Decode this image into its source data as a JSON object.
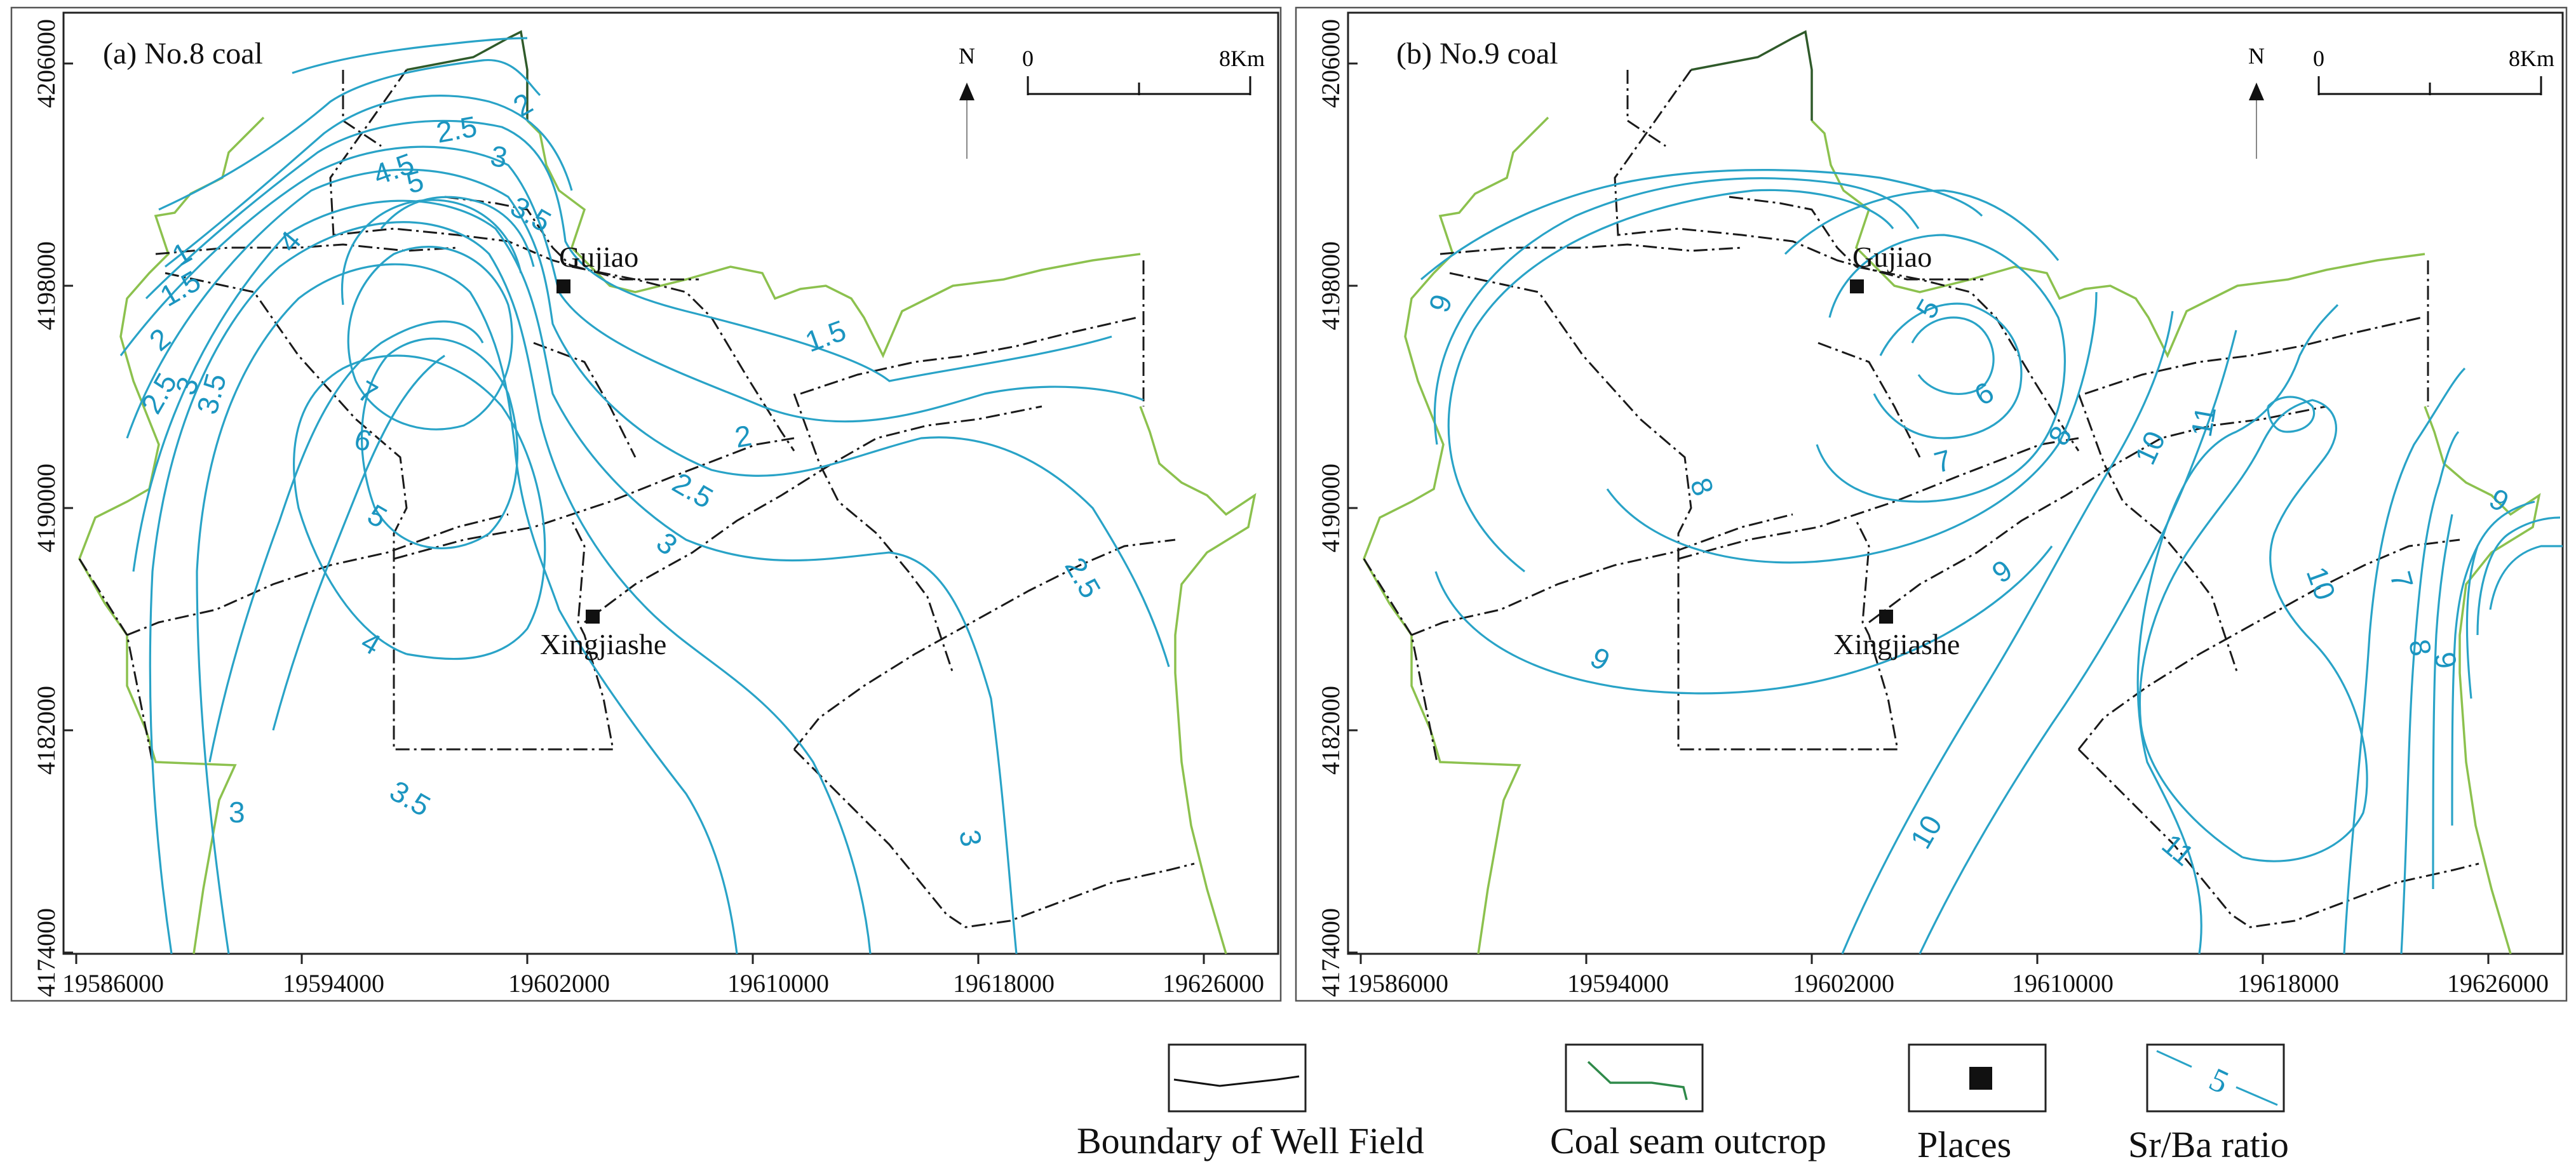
{
  "panels": [
    {
      "title": "(a) No.8 coal",
      "y_ticks": [
        "4206000",
        "4198000",
        "4190000",
        "4182000",
        "4174000"
      ],
      "x_ticks": [
        "19586000",
        "19594000",
        "19602000",
        "19610000",
        "19618000",
        "19626000"
      ],
      "north_label": "N",
      "scale_start": "0",
      "scale_end": "8Km",
      "places": [
        "Gujiao",
        "Xingjiashe"
      ],
      "contour_labels": [
        "1",
        "1.5",
        "2",
        "2.5",
        "3",
        "3.5",
        "4",
        "4.5",
        "5",
        "6",
        "7",
        "2.5",
        "3",
        "3.5",
        "2",
        "1.5",
        "2",
        "2.5",
        "3",
        "2.5",
        "3",
        "3.5",
        "4",
        "5",
        "6",
        "7",
        "3"
      ]
    },
    {
      "title": "(b) No.9 coal",
      "y_ticks": [
        "4206000",
        "4198000",
        "4190000",
        "4182000",
        "4174000"
      ],
      "x_ticks": [
        "19586000",
        "19594000",
        "19602000",
        "19610000",
        "19618000",
        "19626000"
      ],
      "north_label": "N",
      "scale_start": "0",
      "scale_end": "8Km",
      "places": [
        "Gujiao",
        "Xingjiashe"
      ],
      "contour_labels": [
        "9",
        "8",
        "9",
        "5",
        "6",
        "7",
        "8",
        "9",
        "10",
        "10",
        "11",
        "11",
        "10",
        "7",
        "8",
        "9",
        "9"
      ]
    }
  ],
  "legend": {
    "boundary_label": "Boundary of Well Field",
    "outcrop_label": "Coal seam outcrop",
    "places_label": "Places",
    "ratio_label": "Sr/Ba ratio",
    "ratio_sample": "5"
  },
  "colors": {
    "contour": "#29a3c7",
    "contour_label": "#1b95c0",
    "outcrop": "#8cc14e",
    "boundary": "#1a1a1a"
  }
}
